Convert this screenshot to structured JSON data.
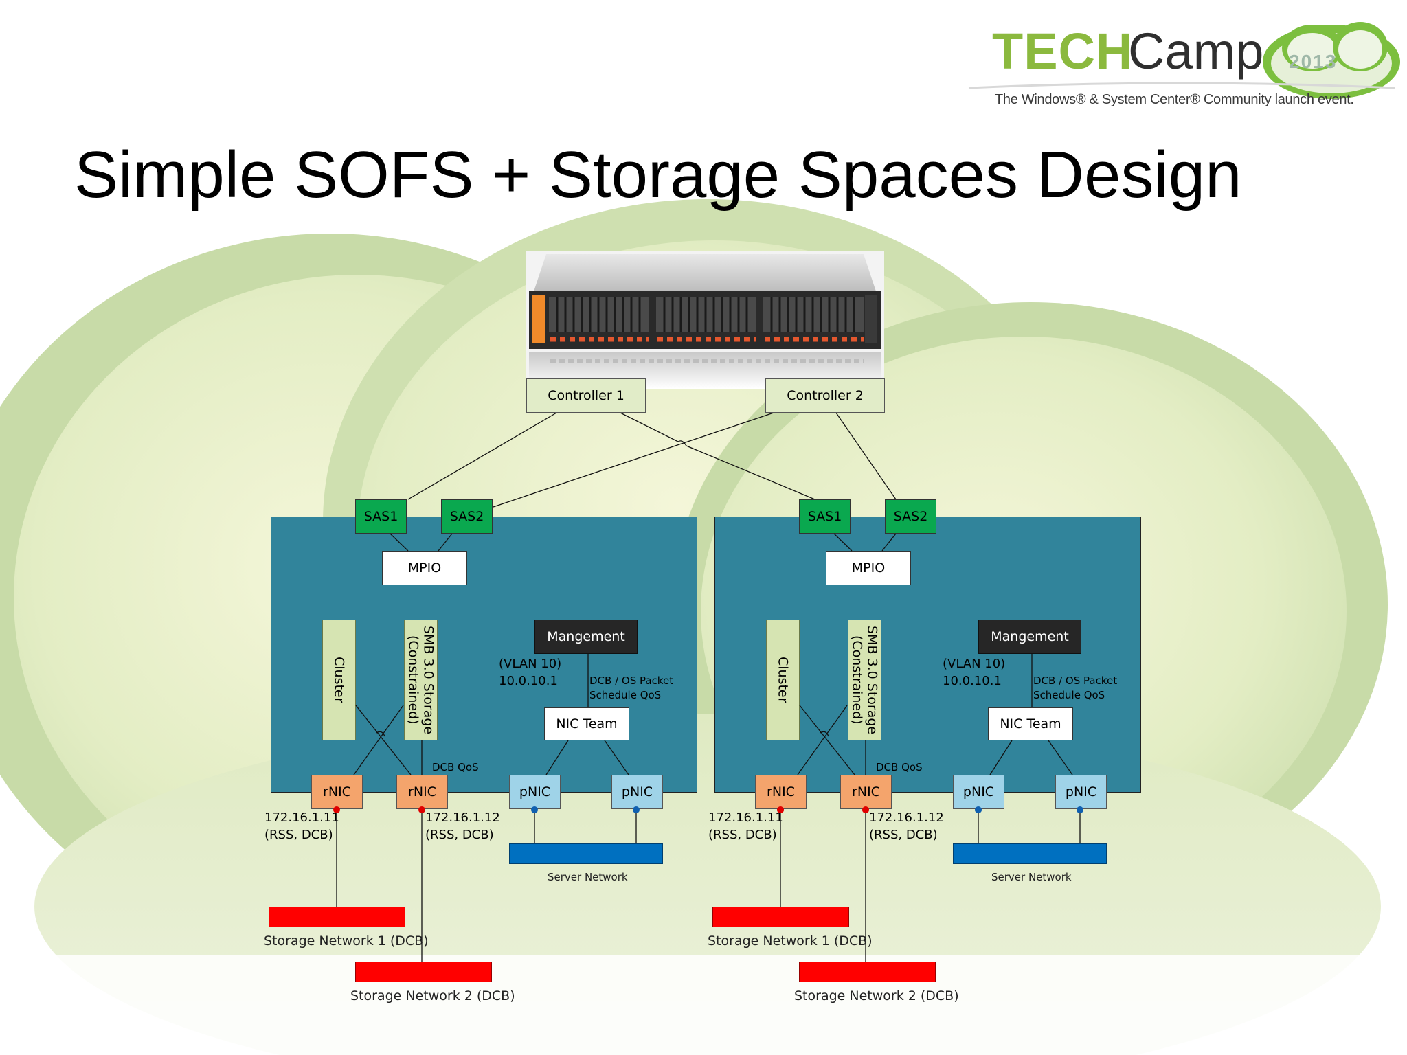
{
  "slide": {
    "title": "Simple SOFS + Storage Spaces Design"
  },
  "logo": {
    "brand_tech": "TECH",
    "brand_camp": "Camp",
    "year": "2013",
    "tagline": "The Windows® & System Center® Community launch event."
  },
  "storage_enclosure": {
    "controllers": [
      "Controller 1",
      "Controller 2"
    ]
  },
  "hosts": [
    {
      "sas": [
        "SAS1",
        "SAS2"
      ],
      "mpio": "MPIO",
      "cluster": "Cluster",
      "smb_storage": "SMB 3.0 Storage\n(Constrained)",
      "management": "Mangement",
      "mgmt_vlan": "(VLAN 10)\n10.0.10.1",
      "dcb_os_qos": "DCB / OS Packet\nSchedule QoS",
      "nic_team": "NIC Team",
      "dcb_qos": "DCB QoS",
      "rnics": [
        "rNIC",
        "rNIC"
      ],
      "pnics": [
        "pNIC",
        "pNIC"
      ],
      "rnic1_addr": "172.16.1.11\n(RSS, DCB)",
      "rnic2_addr": "172.16.1.12\n(RSS, DCB)",
      "server_network": "Server Network",
      "storage_network_1": "Storage Network 1 (DCB)",
      "storage_network_2": "Storage Network 2 (DCB)"
    },
    {
      "sas": [
        "SAS1",
        "SAS2"
      ],
      "mpio": "MPIO",
      "cluster": "Cluster",
      "smb_storage": "SMB 3.0 Storage\n(Constrained)",
      "management": "Mangement",
      "mgmt_vlan": "(VLAN 10)\n10.0.10.1",
      "dcb_os_qos": "DCB / OS Packet\nSchedule QoS",
      "nic_team": "NIC Team",
      "dcb_qos": "DCB QoS",
      "rnics": [
        "rNIC",
        "rNIC"
      ],
      "pnics": [
        "pNIC",
        "pNIC"
      ],
      "rnic1_addr": "172.16.1.11\n(RSS, DCB)",
      "rnic2_addr": "172.16.1.12\n(RSS, DCB)",
      "server_network": "Server Network",
      "storage_network_1": "Storage Network 1 (DCB)",
      "storage_network_2": "Storage Network 2 (DCB)"
    }
  ],
  "colors": {
    "host_panel": "#31849b",
    "sas": "#0aa84f",
    "rnic": "#f4a46c",
    "pnic": "#9fd3e8",
    "storage_network": "#ff0000",
    "server_network": "#0070c0",
    "management": "#262626",
    "brand_green": "#8bb93e"
  }
}
